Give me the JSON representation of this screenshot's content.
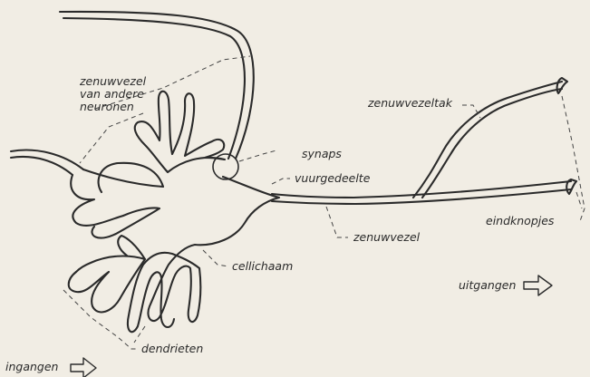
{
  "labels": {
    "zenuwvezel_andere_line1": "zenuwvezel",
    "zenuwvezel_andere_line2": "van andere",
    "zenuwvezel_andere_line3": "neuronen",
    "synaps": "synaps",
    "vuurgedeelte": "vuurgedeelte",
    "zenuwvezeltak": "zenuwvezeltak",
    "eindknopjes": "eindknopjes",
    "zenuwvezel": "zenuwvezel",
    "cellichaam": "cellichaam",
    "uitgangen": "uitgangen",
    "dendrieten": "dendrieten",
    "ingangen": "ingangen"
  }
}
